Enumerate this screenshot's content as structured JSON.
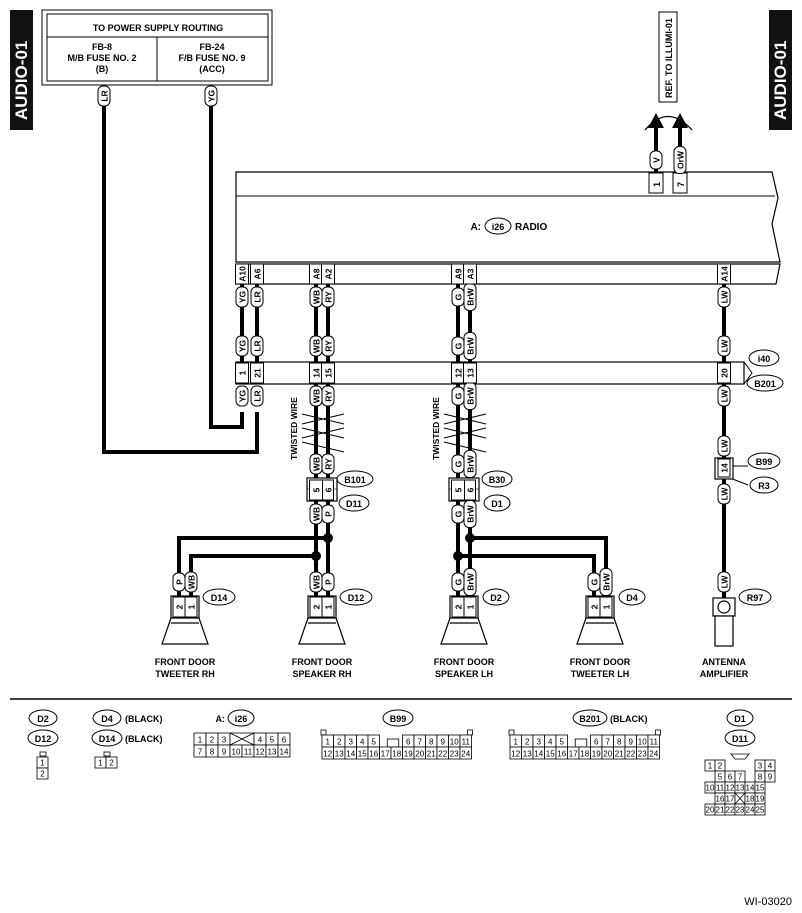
{
  "page_tag_left": "AUDIO-01",
  "page_tag_right": "AUDIO-01",
  "ref_label": "REF. TO ILLUMI-01",
  "power_box": {
    "title": "TO POWER SUPPLY ROUTING",
    "left": {
      "line1": "FB-8",
      "line2": "M/B FUSE NO. 2",
      "line3": "(B)"
    },
    "right": {
      "line1": "FB-24",
      "line2": "F/B FUSE NO. 9",
      "line3": "(ACC)"
    }
  },
  "radio": {
    "prefix": "A:",
    "id": "i26",
    "name": "RADIO"
  },
  "connectors": {
    "i40": "i40",
    "B201": "B201",
    "B101": "B101",
    "D11": "D11",
    "B30": "B30",
    "D1": "D1",
    "B99": "B99",
    "R3": "R3",
    "R97": "R97",
    "D14": "D14",
    "D12": "D12",
    "D2": "D2",
    "D4": "D4"
  },
  "twisted_wire": "TWISTED WIRE",
  "components": [
    {
      "line1": "FRONT DOOR",
      "line2": "TWEETER RH"
    },
    {
      "line1": "FRONT DOOR",
      "line2": "SPEAKER RH"
    },
    {
      "line1": "FRONT DOOR",
      "line2": "SPEAKER LH"
    },
    {
      "line1": "FRONT DOOR",
      "line2": "TWEETER LH"
    },
    {
      "line1": "ANTENNA",
      "line2": "AMPLIFIER"
    }
  ],
  "wire_colors": {
    "LR": "LR",
    "YG": "YG",
    "V": "V",
    "OrW": "OrW",
    "WB": "WB",
    "RY": "RY",
    "G": "G",
    "BrW": "BrW",
    "LW": "LW",
    "P": "P"
  },
  "pins": {
    "illum": [
      "1",
      "7"
    ],
    "radio": [
      "A10",
      "A6",
      "A8",
      "A2",
      "A9",
      "A3",
      "A14"
    ],
    "joint": [
      "1",
      "21",
      "14",
      "15",
      "12",
      "13",
      "20"
    ],
    "b101": [
      "5",
      "6"
    ],
    "b30": [
      "5",
      "6"
    ],
    "b99": "14",
    "spk": [
      "2",
      "1"
    ]
  },
  "legend": {
    "d2": "D2",
    "d12": "D12",
    "d4": "D4",
    "d14": "D14",
    "black": "(BLACK)",
    "a_prefix": "A:",
    "i26": "i26",
    "b99": "B99",
    "b201": "B201",
    "d1": "D1",
    "d11": "D11",
    "pins_2p": [
      "1",
      "2"
    ],
    "i26_row1": [
      "1",
      "2",
      "3",
      "4",
      "5",
      "6"
    ],
    "i26_row2": [
      "7",
      "8",
      "9",
      "10",
      "11",
      "12",
      "13",
      "14"
    ],
    "c24_row1": [
      "1",
      "2",
      "3",
      "4",
      "5",
      "6",
      "7",
      "8",
      "9",
      "10",
      "11"
    ],
    "c24_row2": [
      "12",
      "13",
      "14",
      "15",
      "16",
      "17",
      "18",
      "19",
      "20",
      "21",
      "22",
      "23",
      "24"
    ],
    "c25_rows": [
      [
        "1",
        "2",
        "3",
        "4"
      ],
      [
        "5",
        "6",
        "7",
        "8",
        "9"
      ],
      [
        "10",
        "11",
        "12",
        "13",
        "14",
        "15"
      ],
      [
        "16",
        "17",
        "18",
        "19"
      ],
      [
        "20",
        "21",
        "22",
        "23",
        "24",
        "25"
      ]
    ]
  },
  "figure_id": "WI-03020"
}
